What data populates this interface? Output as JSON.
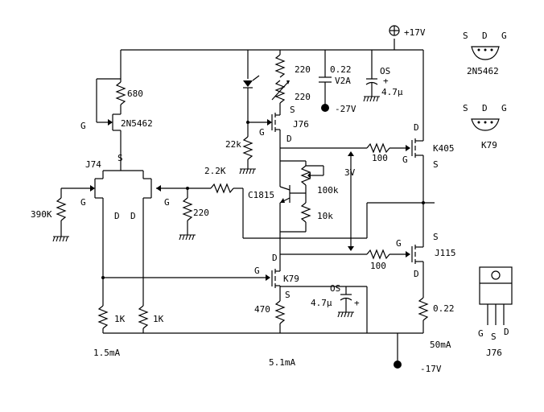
{
  "supply": {
    "pos": "+17V",
    "neg": "-17V",
    "neg27": "-27V"
  },
  "labels": {
    "r680": "680",
    "q_2n5462": "2N5462",
    "g1": "G",
    "s1": "S",
    "j74": "J74",
    "r390k": "390K",
    "g_left": "G",
    "d_left": "D",
    "d_right": "D",
    "g_right": "G",
    "r220_bias": "220",
    "r2_2k": "2.2K",
    "r1k_a": "1K",
    "r1k_b": "1K",
    "i_15": "1.5mA",
    "i_51": "5.1mA",
    "i_50": "50mA",
    "r220_a": "220",
    "r220_b": "220",
    "c022": "0.22",
    "v2a": "V2A",
    "os1": "OS",
    "c47_1": "4.7μ",
    "s_j76": "S",
    "g_j76": "G",
    "j76": "J76",
    "d_j76": "D",
    "r22k": "22k",
    "c1815": "C1815",
    "r100k": "100k",
    "r10k": "10k",
    "v3": "3V",
    "r100_top": "100",
    "d_k405": "D",
    "k405": "K405",
    "g_k405": "G",
    "s_k405": "S",
    "s_j115": "S",
    "g_j115": "G",
    "r100_bot": "100",
    "j115": "J115",
    "d_j115": "D",
    "d_k79": "D",
    "g_k79": "G",
    "k79": "K79",
    "s_k79": "S",
    "r470": "470",
    "os2": "OS",
    "c47_2": "4.7μ",
    "plus2": "+",
    "r022": "0.22",
    "pin_2n5462": [
      "S",
      "D",
      "G"
    ],
    "name_2n5462": "2N5462",
    "pin_k79": [
      "S",
      "D",
      "G"
    ],
    "name_k79": "K79",
    "pin_j76": [
      "G",
      "S",
      "D"
    ],
    "name_j76": "J76"
  }
}
